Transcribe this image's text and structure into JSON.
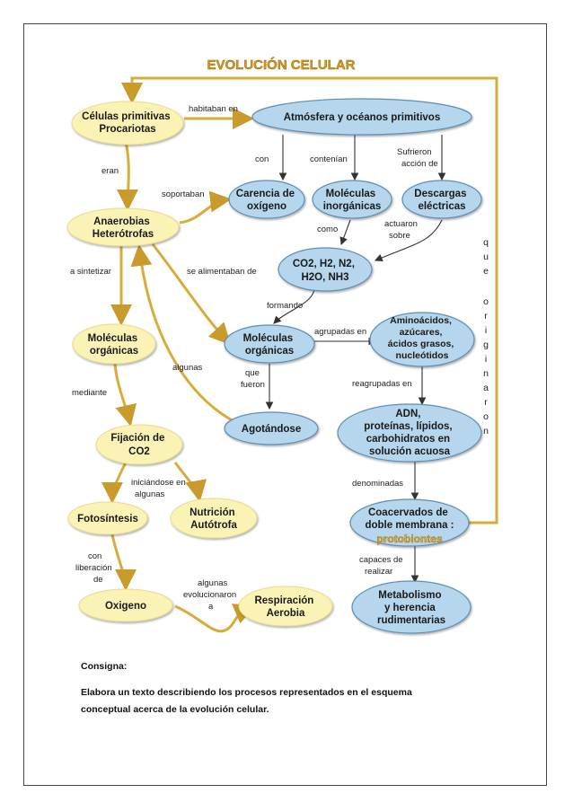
{
  "title": "EVOLUCIÓN CELULAR",
  "nodes": {
    "celulas": [
      "Células primitivas",
      "Procariotas"
    ],
    "atmosfera": [
      "Atmósfera y océanos primitivos"
    ],
    "anaerobias": [
      "Anaerobias",
      "Heterótrofas"
    ],
    "carencia": [
      "Carencia de",
      "oxígeno"
    ],
    "moleculas_inorg": [
      "Moléculas",
      "inorgánicas"
    ],
    "descargas": [
      "Descargas",
      "eléctricas"
    ],
    "co2": [
      "CO2, H2, N2,",
      "H2O, NH3"
    ],
    "moleculas_org_left": [
      "Moléculas",
      "orgánicas"
    ],
    "moleculas_org_center": [
      "Moléculas",
      "orgánicas"
    ],
    "aminoacidos": [
      "Aminoácidos,",
      "azúcares,",
      "ácidos grasos,",
      "nucleótidos"
    ],
    "agotandose": [
      "Agotándose"
    ],
    "adn": [
      "ADN,",
      "proteínas, lípidos,",
      "carbohidratos en",
      "solución acuosa"
    ],
    "fijacion": [
      "Fijación de",
      "CO2"
    ],
    "fotosintesis": [
      "Fotosíntesis"
    ],
    "nutricion": [
      "Nutrición",
      "Autótrofa"
    ],
    "coacervados": [
      "Coacervados de",
      "doble membrana :"
    ],
    "protobiontes": "protobiontes",
    "oxigeno": [
      "Oxigeno"
    ],
    "respiracion": [
      "Respiración",
      "Aerobia"
    ],
    "metabolismo": [
      "Metabolismo",
      "y herencia",
      "rudimentarias"
    ]
  },
  "edges": {
    "habitaban_en": [
      "habitaban en"
    ],
    "eran": [
      "eran"
    ],
    "con": [
      "con"
    ],
    "contenian": [
      "contenían"
    ],
    "sufrieron": [
      "Sufrieron",
      "acción de"
    ],
    "soportaban": [
      "soportaban"
    ],
    "como": [
      "como"
    ],
    "actuaron": [
      "actuaron",
      "sobre"
    ],
    "a_sintetizar": [
      "a sintetizar"
    ],
    "se_alimentaban": [
      "se alimentaban de"
    ],
    "formando": [
      "formando"
    ],
    "agrupadas": [
      "agrupadas en"
    ],
    "algunas": [
      "algunas"
    ],
    "que_fueron": [
      "que",
      "fueron"
    ],
    "mediante": [
      "mediante"
    ],
    "reagrupadas": [
      "reagrupadas en"
    ],
    "iniciandose": [
      "iniciándose en",
      "algunas"
    ],
    "denominadas": [
      "denominadas"
    ],
    "con_liberacion": [
      "con",
      "liberación",
      "de"
    ],
    "capaces": [
      "capaces de",
      "realizar"
    ],
    "evolucionaron": [
      "algunas",
      "evolucionaron",
      "a"
    ]
  },
  "que_originaron": [
    "q",
    "u",
    "e",
    "o",
    "r",
    "i",
    "g",
    "i",
    "n",
    "a",
    "r",
    "o",
    "n"
  ],
  "consigna": {
    "heading": "Consigna:",
    "line1": "Elabora un texto describiendo los procesos representados en el esquema",
    "line2": "conceptual acerca de la evolución celular."
  },
  "colors": {
    "yellow_fill": "#fbf3b6",
    "blue_fill": "#b5d6ec",
    "blue_stroke": "#5f8fb3",
    "link_gold": "#d9ab3a",
    "arrow_dark": "#333333",
    "title": "#d89a20"
  }
}
